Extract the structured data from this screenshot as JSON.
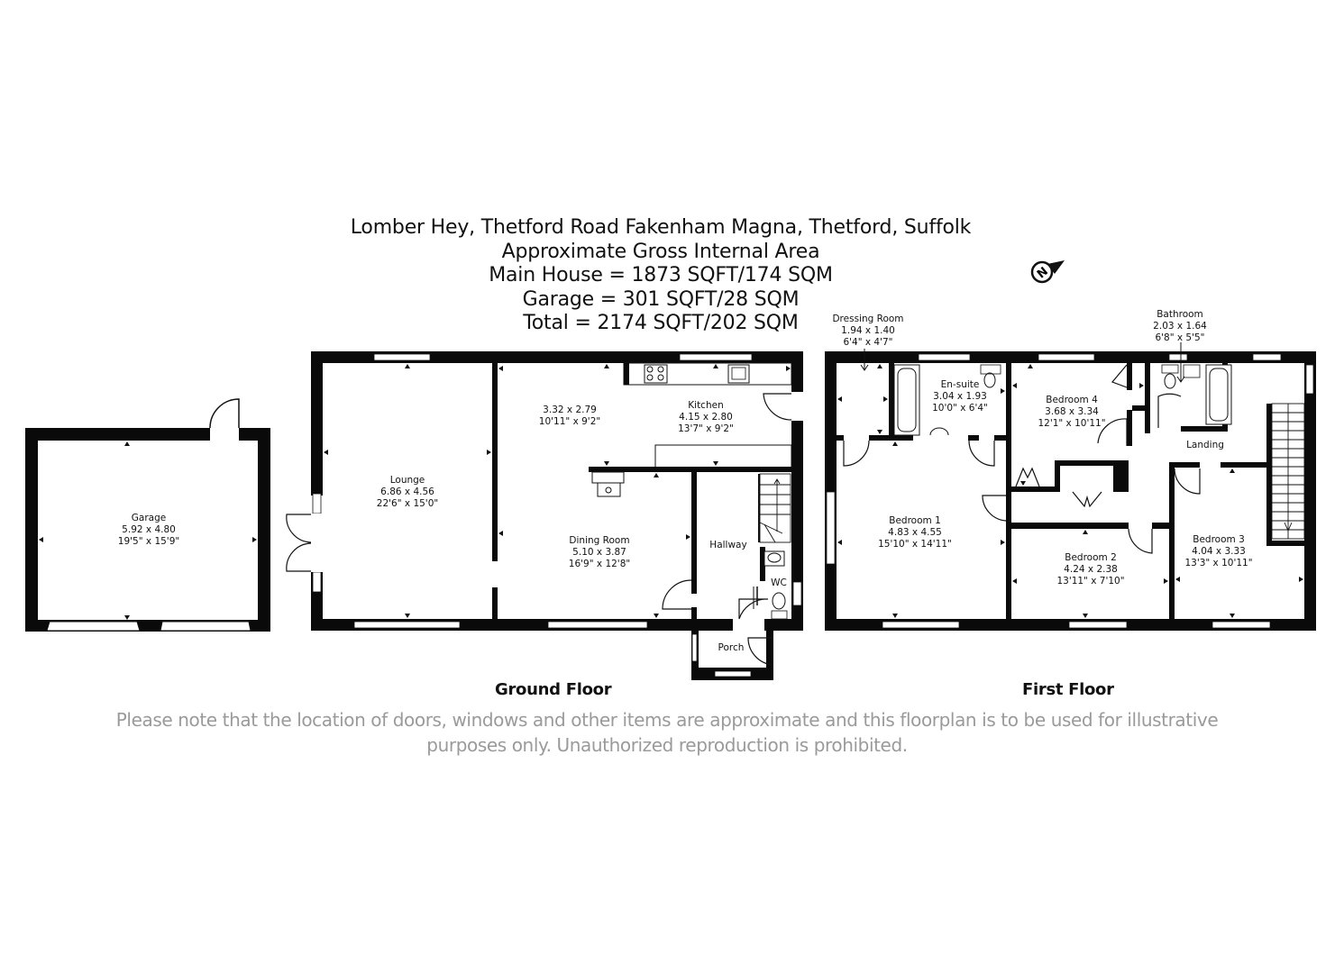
{
  "header": {
    "address": "Lomber Hey, Thetford Road Fakenham Magna, Thetford, Suffolk",
    "subtitle": "Approximate Gross Internal Area",
    "main_house": "Main House = 1873 SQFT/174 SQM",
    "garage": "Garage = 301 SQFT/28 SQM",
    "total": "Total = 2174 SQFT/202 SQM"
  },
  "compass": {
    "icon": "north-compass-icon",
    "letter": "N"
  },
  "floors": {
    "ground": {
      "label": "Ground Floor",
      "rooms": {
        "garage": {
          "name": "Garage",
          "metric": "5.92 x 4.80",
          "imperial": "19'5\" x 15'9\""
        },
        "lounge": {
          "name": "Lounge",
          "metric": "6.86 x 4.56",
          "imperial": "22'6\" x 15'0\""
        },
        "breakfast": {
          "name": "",
          "metric": "3.32 x 2.79",
          "imperial": "10'11\" x 9'2\""
        },
        "kitchen": {
          "name": "Kitchen",
          "metric": "4.15 x 2.80",
          "imperial": "13'7\" x 9'2\""
        },
        "dining": {
          "name": "Dining Room",
          "metric": "5.10 x 3.87",
          "imperial": "16'9\" x 12'8\""
        },
        "hallway": {
          "name": "Hallway"
        },
        "wc": {
          "name": "WC"
        },
        "porch": {
          "name": "Porch"
        }
      }
    },
    "first": {
      "label": "First Floor",
      "rooms": {
        "dressing": {
          "name": "Dressing Room",
          "metric": "1.94 x 1.40",
          "imperial": "6'4\" x 4'7\""
        },
        "ensuite": {
          "name": "En-suite",
          "metric": "3.04 x 1.93",
          "imperial": "10'0\" x 6'4\""
        },
        "bedroom4": {
          "name": "Bedroom 4",
          "metric": "3.68 x 3.34",
          "imperial": "12'1\" x 10'11\""
        },
        "bathroom": {
          "name": "Bathroom",
          "metric": "2.03 x 1.64",
          "imperial": "6'8\" x 5'5\""
        },
        "landing": {
          "name": "Landing"
        },
        "bedroom1": {
          "name": "Bedroom 1",
          "metric": "4.83 x 4.55",
          "imperial": "15'10\" x 14'11\""
        },
        "bedroom2": {
          "name": "Bedroom 2",
          "metric": "4.24 x 2.38",
          "imperial": "13'11\" x 7'10\""
        },
        "bedroom3": {
          "name": "Bedroom 3",
          "metric": "4.04 x 3.33",
          "imperial": "13'3\" x 10'11\""
        }
      }
    }
  },
  "disclaimer": {
    "line1": "Please note that the location of doors, windows and other items are approximate and this floorplan is to be used for illustrative",
    "line2": "purposes only. Unauthorized reproduction is prohibited."
  },
  "colors": {
    "wall": "#0a0a0a",
    "background": "#ffffff",
    "disclaimer": "#9a9a9a"
  }
}
